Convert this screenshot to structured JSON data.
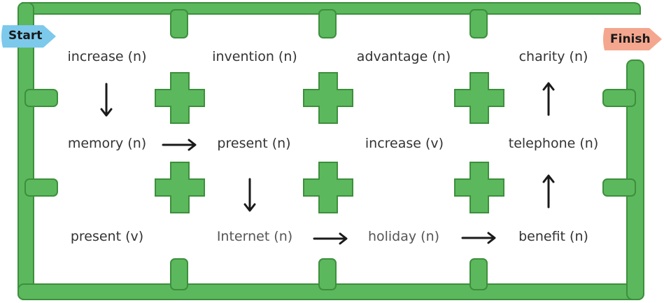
{
  "labels": {
    "start": "Start",
    "finish": "Finish"
  },
  "words": {
    "r1c1": "increase (n)",
    "r1c2": "invention (n)",
    "r1c3": "advantage (n)",
    "r1c4": "charity (n)",
    "r2c1": "memory (n)",
    "r2c2": "present (n)",
    "r2c3": "increase (v)",
    "r2c4": "telephone (n)",
    "r3c1": "present (v)",
    "r3c2": "Internet (n)",
    "r3c3": "holiday (n)",
    "r3c4": "benefit (n)"
  },
  "colors": {
    "wall": "#5cb85c",
    "wall_border": "#3d8f3d",
    "start_arrow": "#7cc9ec",
    "finish_arrow": "#f4a78e",
    "arrow": "#1a1a1a"
  }
}
